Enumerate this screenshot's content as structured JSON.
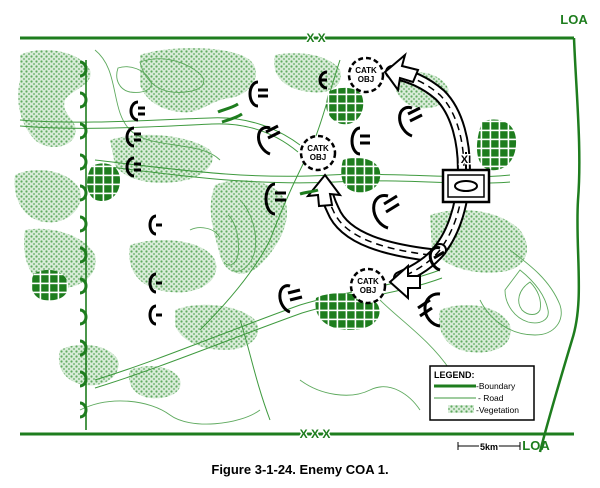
{
  "map": {
    "top_boundary_label": "X X",
    "bottom_boundary_label": "X X X",
    "loa_label_top": "LOA",
    "loa_label_bottom": "LOA",
    "objective_label_1": "CATK",
    "objective_label_2": "OBJ",
    "hq_label": "XI",
    "scale_label": "5km"
  },
  "legend": {
    "title": "LEGEND:",
    "boundary": "-Boundary",
    "road": "- Road",
    "vegetation": "-Vegetation"
  },
  "caption": "Figure 3-1-24.  Enemy COA 1.",
  "colors": {
    "boundary": "#1e7d1e",
    "vegetation": "#8fc48f",
    "woods": "#1e7d1e",
    "road": "#3f9a3f",
    "symbol": "#000000"
  }
}
